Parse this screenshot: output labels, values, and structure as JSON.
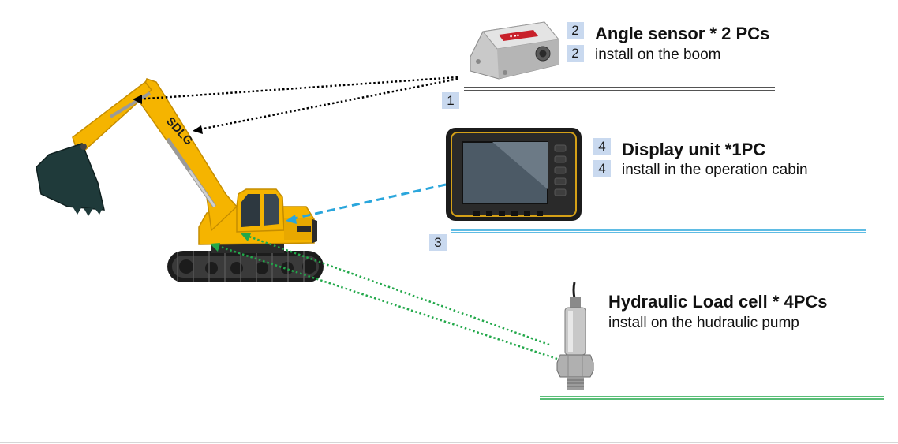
{
  "components": [
    {
      "id": "angle-sensor",
      "title": "Angle sensor * 2 PCs",
      "subtitle": "install on the boom",
      "title_badge": "2",
      "subtitle_badge": "2",
      "rule_badge": "1",
      "icon": "angle-sensor-icon",
      "line_color": "#000000"
    },
    {
      "id": "display-unit",
      "title": "Display unit *1PC",
      "subtitle": "install in the operation cabin",
      "title_badge": "4",
      "subtitle_badge": "4",
      "rule_badge": "3",
      "icon": "display-unit-icon",
      "line_color": "#2aa6dc"
    },
    {
      "id": "load-cell",
      "title": "Hydraulic Load cell * 4PCs",
      "subtitle": "install on the hudraulic pump",
      "icon": "load-cell-icon",
      "line_color": "#22a84a"
    }
  ],
  "excavator": {
    "icon": "excavator-icon",
    "brand_text": "SDLG",
    "body_color": "#f5b400"
  }
}
